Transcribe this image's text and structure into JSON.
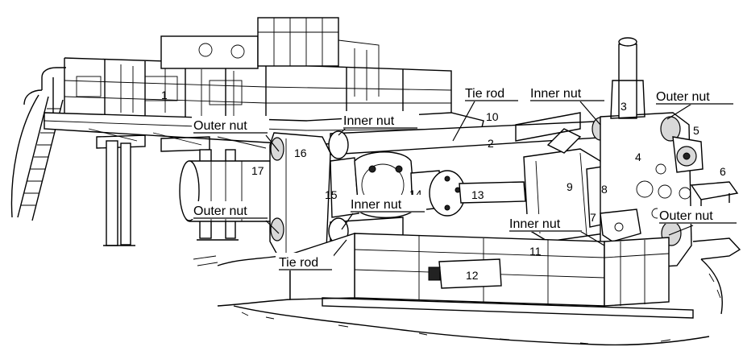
{
  "labels": {
    "outer_nut_left_top": "Outer nut",
    "inner_nut_left_top": "Inner nut",
    "tie_rod_top": "Tie rod",
    "inner_nut_right_top": "Inner nut",
    "outer_nut_right_top": "Outer nut",
    "outer_nut_left_bottom": "Outer nut",
    "inner_nut_left_bottom": "Inner nut",
    "tie_rod_bottom": "Tie rod",
    "inner_nut_right_bottom": "Inner nut",
    "outer_nut_right_bottom": "Outer nut"
  },
  "part_numbers": {
    "p1": "1",
    "p2": "2",
    "p3": "3",
    "p4": "4",
    "p5": "5",
    "p6": "6",
    "p7": "7",
    "p8": "8",
    "p9": "9",
    "p10": "10",
    "p11": "11",
    "p12": "12",
    "p13": "13",
    "p14": "14",
    "p15": "15",
    "p16": "16",
    "p17": "17"
  }
}
